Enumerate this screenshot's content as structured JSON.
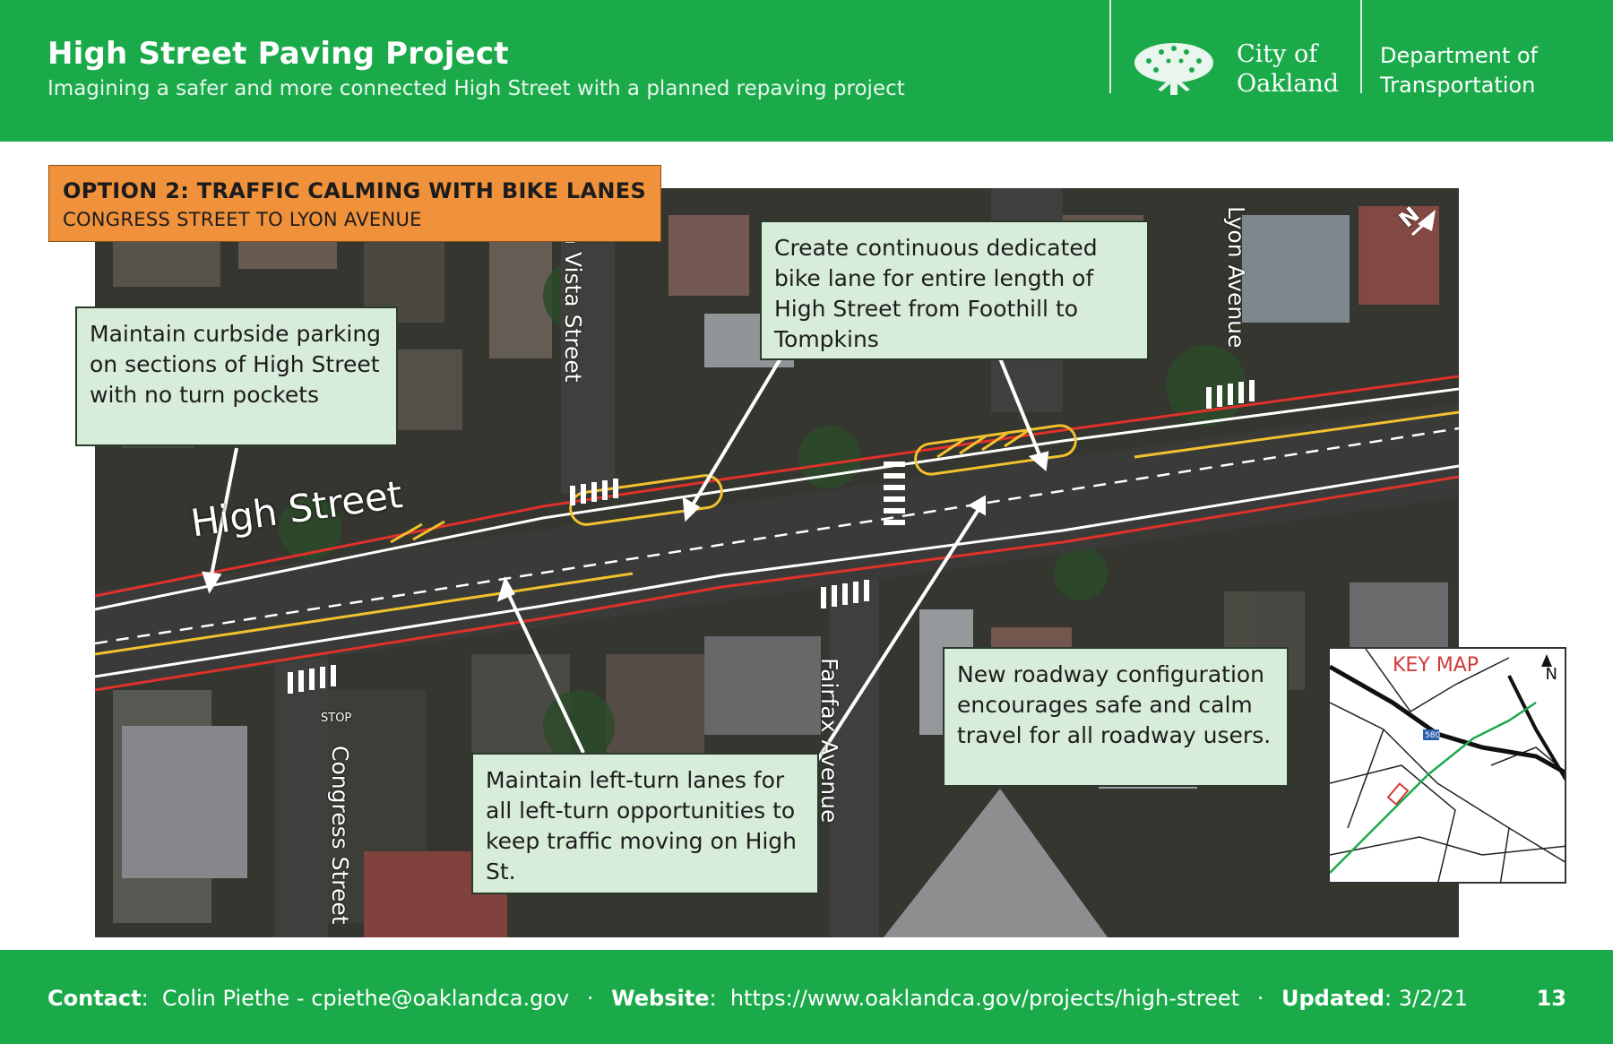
{
  "header": {
    "title": "High Street Paving Project",
    "subtitle": "Imagining a safer and more connected High Street with a planned repaving project",
    "city_line1": "City of",
    "city_line2": "Oakland",
    "dept_line1": "Department of",
    "dept_line2": "Transportation"
  },
  "option": {
    "title": "OPTION 2: TRAFFIC CALMING WITH BIKE LANES",
    "subtitle": "CONGRESS STREET TO LYON AVENUE"
  },
  "callouts": {
    "parking": "Maintain curbside parking on sections of High Street with no turn pockets",
    "bike_lane": "Create continuous dedicated bike lane for entire length of High Street from Foothill to Tompkins",
    "left_turn": "Maintain left-turn lanes for all left-turn opportunities to keep traffic moving on High St.",
    "config": "New roadway configuration encourages safe and calm travel for all roadway users."
  },
  "streets": {
    "high": "High Street",
    "agua_vista": "gua Vista Street",
    "lyon": "Lyon Avenue",
    "fairfax": "Fairfax Avenue",
    "congress": "Congress Street",
    "stop": "STOP"
  },
  "keymap": {
    "title": "KEY MAP",
    "north": "N",
    "highway": "580"
  },
  "compass": "N",
  "footer": {
    "contact_label": "Contact",
    "contact_value": "Colin Piethe - cpiethe@oaklandca.gov",
    "website_label": "Website",
    "website_value": "https://www.oaklandca.gov/projects/high-street",
    "updated_label": "Updated",
    "updated_value": "3/2/21",
    "page": "13",
    "separator": "·"
  },
  "colors": {
    "brand_green": "#1aaa4a",
    "option_orange": "#f0913b",
    "callout_fill": "#d7ecd9",
    "bike_lane_red": "#e0312b",
    "median_yellow": "#f2c12e",
    "keymap_route": "#1aaa4a"
  }
}
